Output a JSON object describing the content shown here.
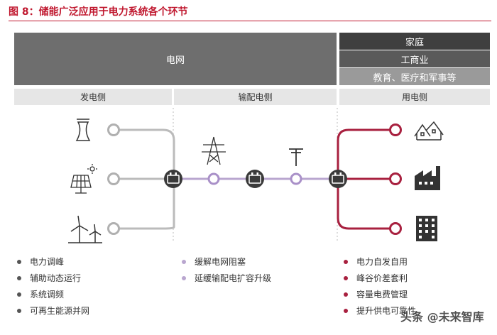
{
  "title": "图 8：储能广泛应用于电力系统各个环节",
  "boxes": {
    "grid": "电网",
    "home": "家庭",
    "commercial": "工商业",
    "education": "教育、医疗和军事等"
  },
  "sections": {
    "generation": "发电侧",
    "transmission": "输配电侧",
    "consumption": "用电侧"
  },
  "lists": {
    "generation": [
      "电力调峰",
      "辅助动态运行",
      "系统调频",
      "可再生能源并网"
    ],
    "transmission": [
      "缓解电网阻塞",
      "延缓输配电扩容升级"
    ],
    "consumption": [
      "电力自发自用",
      "峰谷价差套利",
      "容量电费管理",
      "提升供电可靠性"
    ]
  },
  "colors": {
    "generation_line": "#bbbbbb",
    "transmission_line": "#b9a6cf",
    "consumption_line": "#a8203f",
    "title_red": "#c0182f"
  },
  "watermark": "头条 @未来智库"
}
